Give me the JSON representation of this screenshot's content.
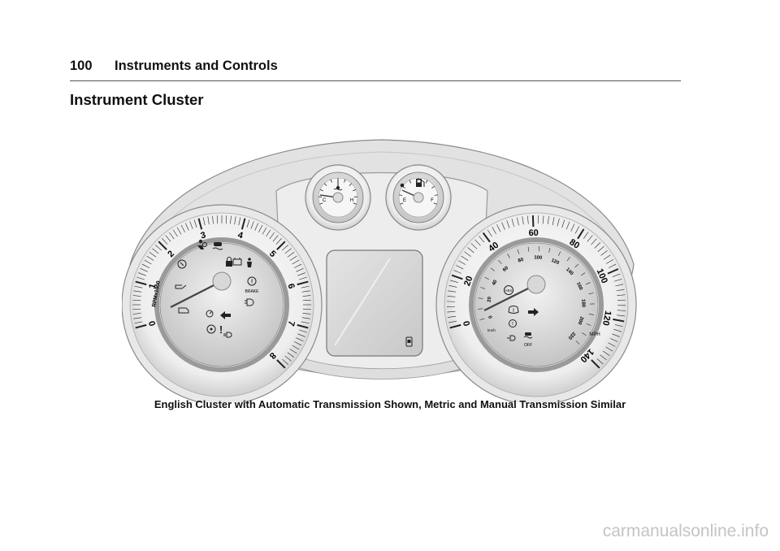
{
  "header": {
    "page_number": "100",
    "chapter": "Instruments and Controls"
  },
  "section": {
    "title": "Instrument Cluster"
  },
  "figure": {
    "caption": "English Cluster with Automatic Transmission Shown, Metric and Manual Transmission Similar",
    "tachometer": {
      "numerals": [
        "0",
        "1",
        "2",
        "3",
        "4",
        "5",
        "6",
        "7",
        "8"
      ],
      "unit_label": "RPMx1000",
      "brake_label": "BRAKE",
      "icons": [
        "airbag-icon",
        "stability-control-icon",
        "battery-icon",
        "tpms-icon",
        "security-icon",
        "seatbelt-icon",
        "oil-pressure-icon",
        "brake-warning-icon",
        "engine-check-icon",
        "headlamp-icon",
        "cruise-icon",
        "left-turn-arrow-icon",
        "service-icon",
        "fog-lamp-icon"
      ]
    },
    "speedometer": {
      "outer_numerals": [
        "0",
        "20",
        "40",
        "60",
        "80",
        "100",
        "120",
        "140"
      ],
      "inner_numerals": [
        "0",
        "20",
        "40",
        "60",
        "80",
        "100",
        "120",
        "140",
        "160",
        "180",
        "200",
        "220"
      ],
      "inner_unit": "km/h",
      "unit_label": "MPH",
      "off_label": "OFF",
      "icons": [
        "abs-icon",
        "tire-pressure-icon",
        "right-turn-arrow-icon",
        "power-steering-icon",
        "traction-off-icon"
      ]
    },
    "temp_gauge": {
      "low": "C",
      "high": "H"
    },
    "fuel_gauge": {
      "low": "E",
      "high": "F"
    }
  },
  "watermark": "carmanualsonline.info"
}
